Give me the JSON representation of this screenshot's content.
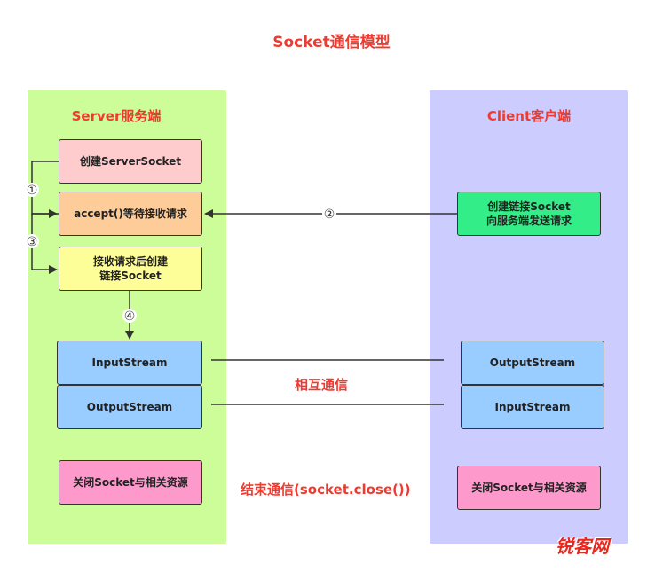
{
  "title": "Socket通信模型",
  "server": {
    "title": "Server服务端",
    "create_socket": "创建ServerSocket",
    "accept": "accept()等待接收请求",
    "create_link_line1": "接收请求后创建",
    "create_link_line2": "链接Socket",
    "input_stream": "InputStream",
    "output_stream": "OutputStream",
    "close": "关闭Socket与相关资源"
  },
  "client": {
    "title": "Client客户端",
    "request_line1": "创建链接Socket",
    "request_line2": "向服务端发送请求",
    "output_stream": "OutputStream",
    "input_stream": "InputStream",
    "close": "关闭Socket与相关资源"
  },
  "steps": {
    "s1": "①",
    "s2": "②",
    "s3": "③",
    "s4": "④"
  },
  "labels": {
    "mutual": "相互通信",
    "end": "结束通信(socket.close())"
  },
  "watermark": "锐客网"
}
